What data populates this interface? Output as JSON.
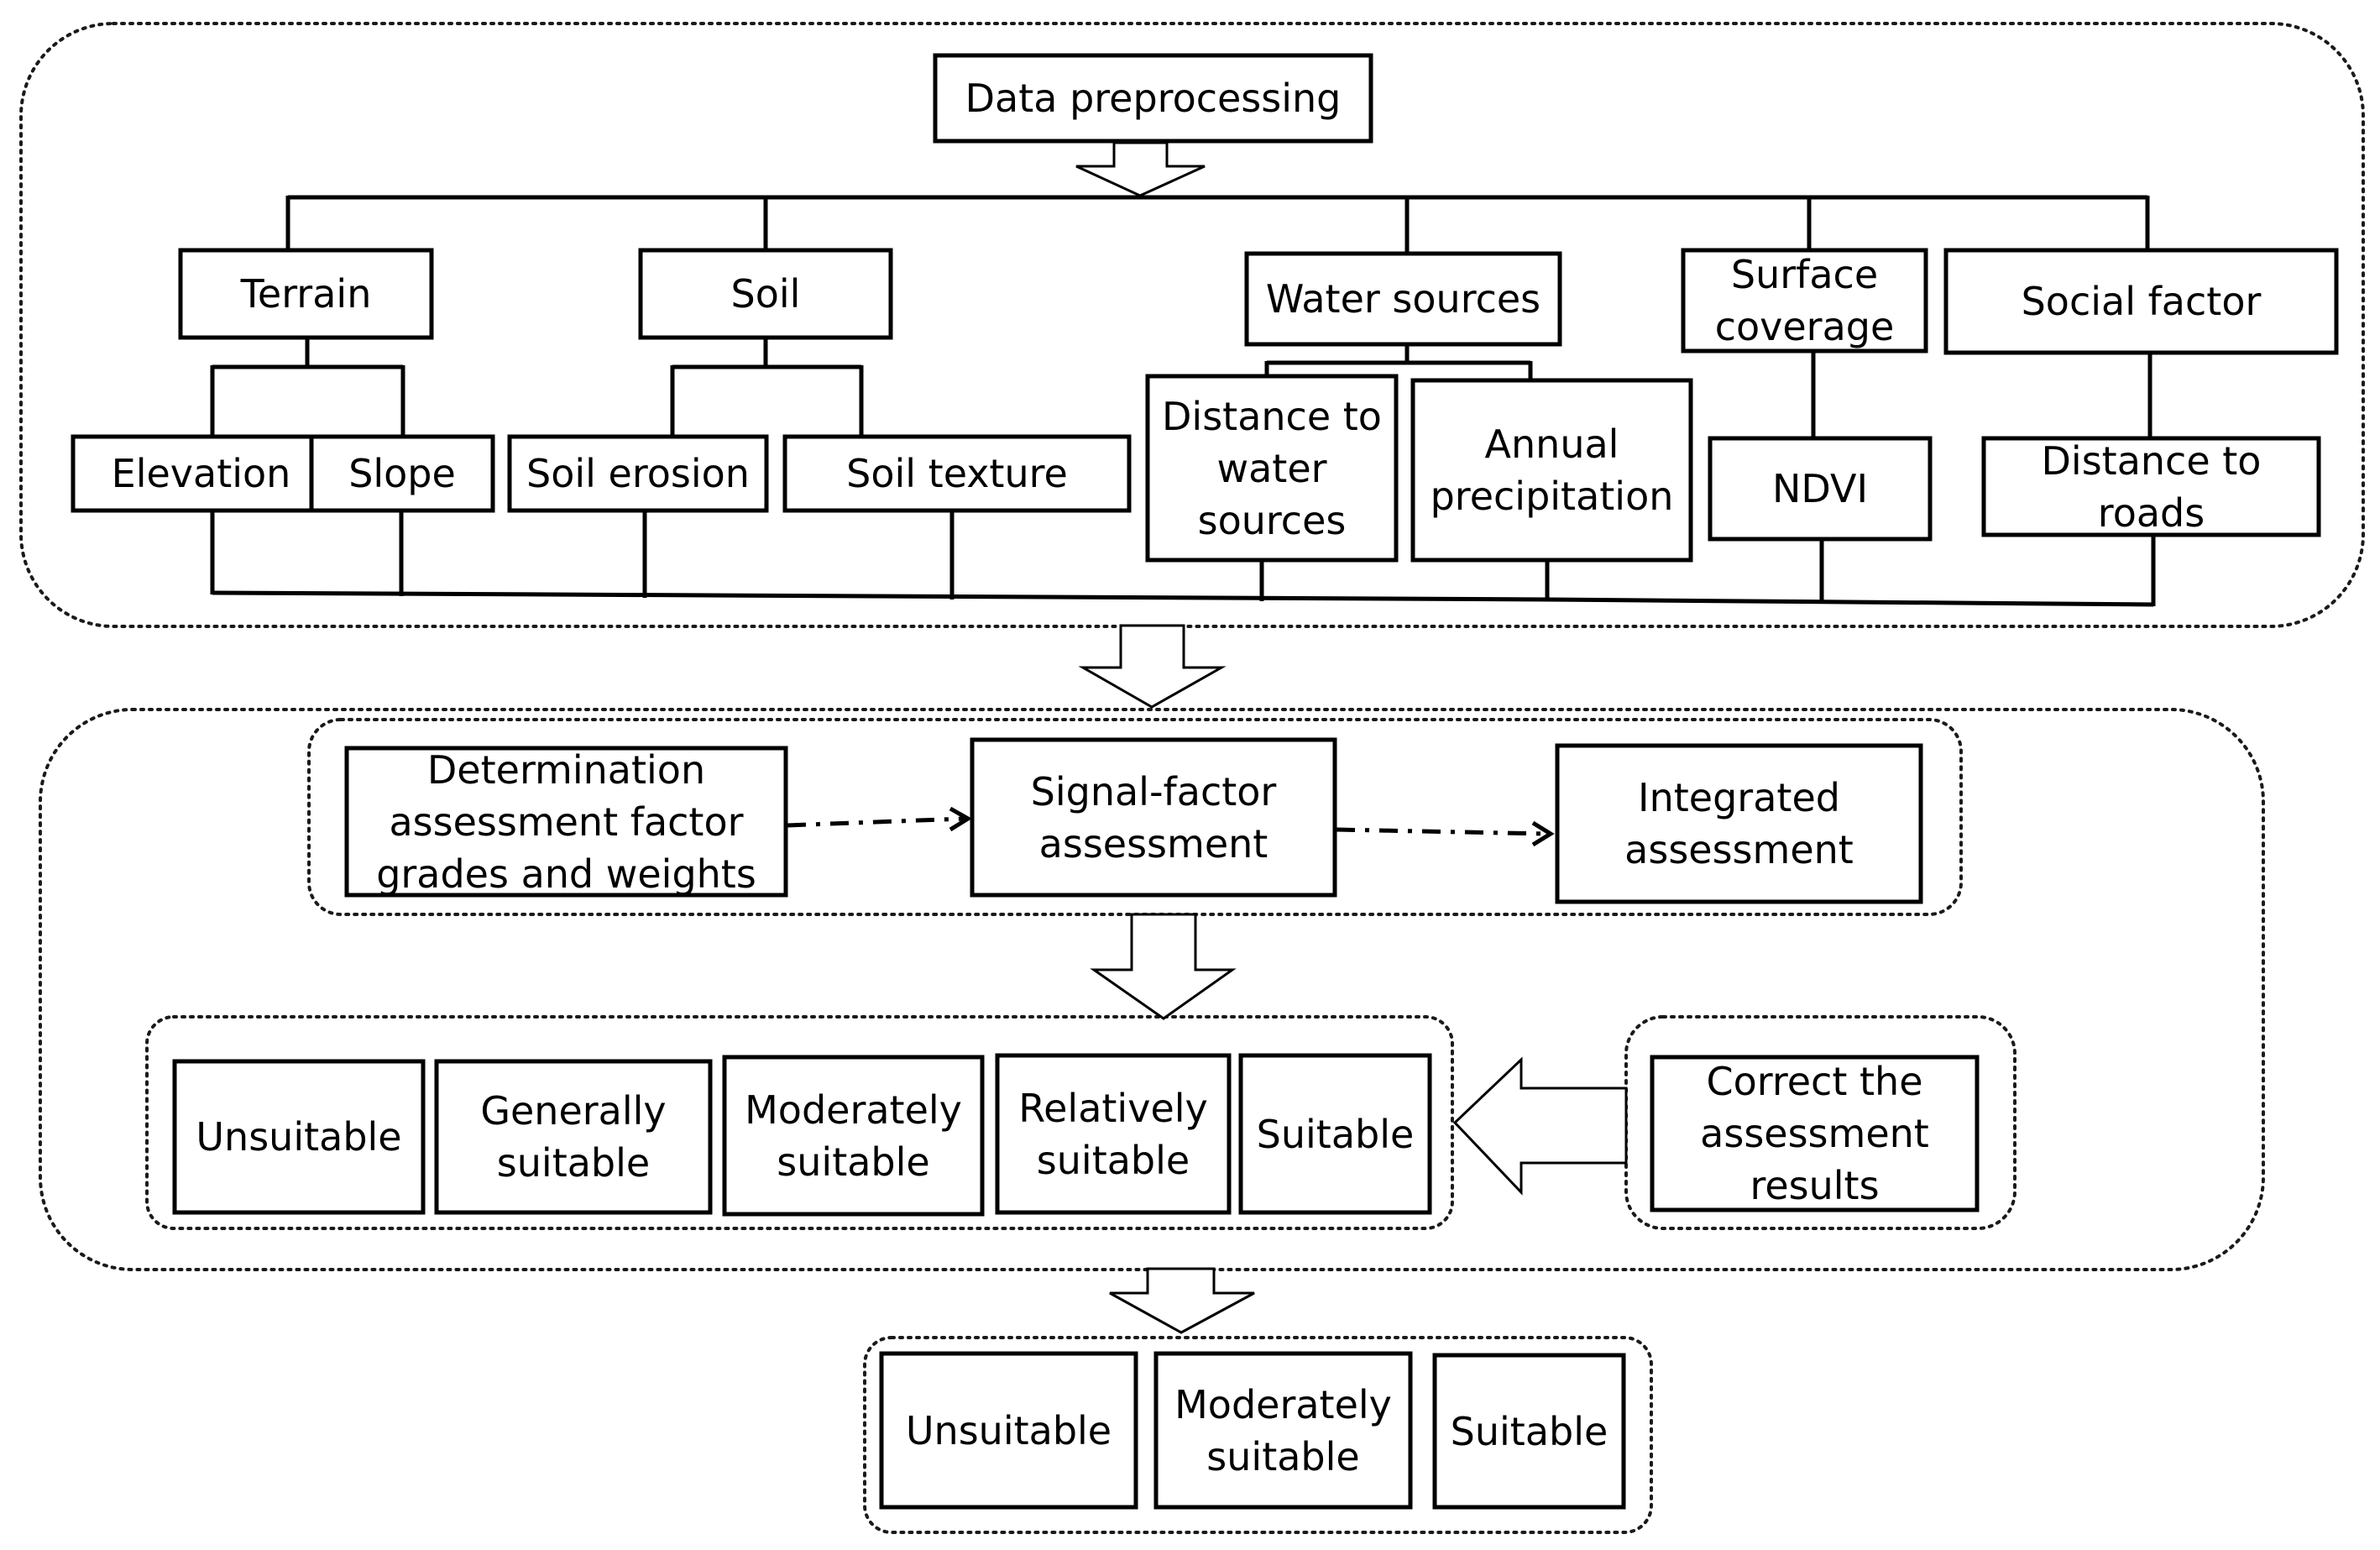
{
  "nodes": {
    "data_preprocessing": "Data preprocessing",
    "terrain": "Terrain",
    "soil": "Soil",
    "water_sources": "Water sources",
    "surface_coverage": "Surface coverage",
    "social_factor": "Social factor",
    "elevation": "Elevation",
    "slope": "Slope",
    "soil_erosion": "Soil erosion",
    "soil_texture": "Soil texture",
    "distance_to_water": "Distance to water sources",
    "annual_precipitation": "Annual precipitation",
    "ndvi": "NDVI",
    "distance_to_roads": "Distance to roads",
    "determination": "Determination assessment factor grades and weights",
    "signal_factor": "Signal-factor assessment",
    "integrated": "Integrated assessment",
    "level5_unsuitable": "Unsuitable",
    "level5_generally": "Generally suitable",
    "level5_moderately": "Moderately suitable",
    "level5_relatively": "Relatively suitable",
    "level5_suitable": "Suitable",
    "correct_results": "Correct the assessment results",
    "level3_unsuitable": "Unsuitable",
    "level3_moderately": "Moderately suitable",
    "level3_suitable": "Suitable"
  },
  "colors": {
    "stroke": "#000000",
    "background": "#ffffff"
  }
}
